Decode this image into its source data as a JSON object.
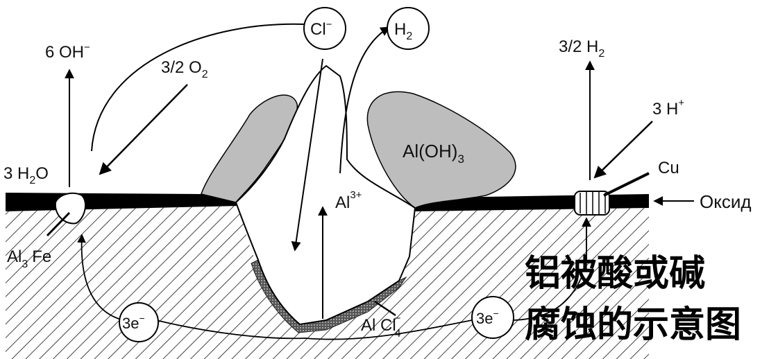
{
  "labels": {
    "oh": "6 OH",
    "oh_sup": "−",
    "o2": "3/2 O",
    "o2_sub": "2",
    "h2o": "3 H",
    "h2o_sub": "2",
    "h2o_tail": "O",
    "al3fe": "Al",
    "al3fe_sub": "3",
    "al3fe_tail": "Fe",
    "cl": "Cl",
    "cl_sup": "−",
    "h2_circle": "H",
    "h2_circle_sub": "2",
    "al3": "Al",
    "al3_sup": "3+",
    "aloh": "Al(OH)",
    "aloh_sub": "3",
    "h2_right": "3/2 H",
    "h2_right_sub": "2",
    "hplus": "3 H",
    "hplus_sup": "+",
    "cu": "Cu",
    "oxide": "Оксид",
    "alcl": "Al Cl",
    "alcl_sub": "4",
    "alcl_sup": "−",
    "e_left": "3e",
    "e_left_sup": "−",
    "e_right": "3e",
    "e_right_sup": "−"
  },
  "caption": {
    "line1": "铝被酸或碱",
    "line2": "腐蚀的示意图"
  }
}
